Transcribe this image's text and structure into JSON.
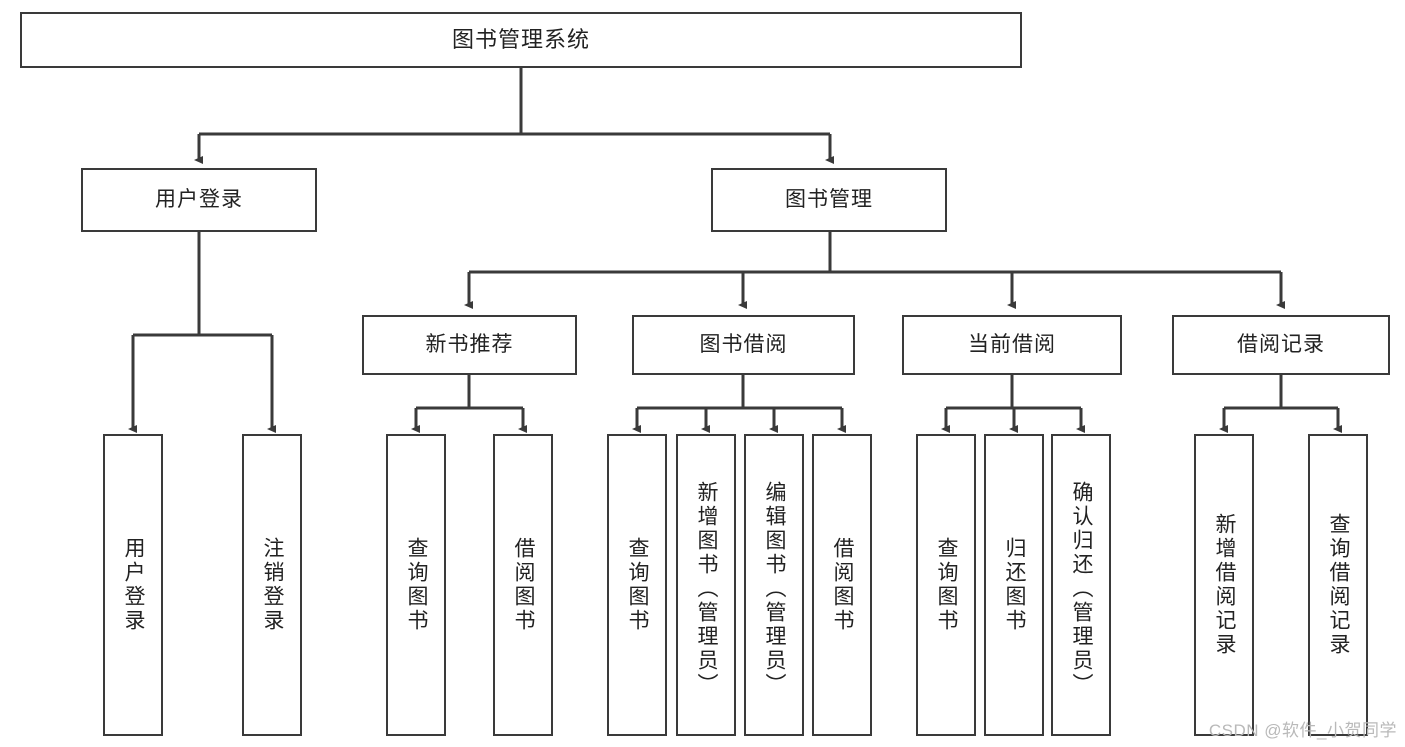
{
  "diagram": {
    "title": "图书管理系统",
    "type": "system-function-structure-tree",
    "root": {
      "label": "图书管理系统"
    },
    "level2": [
      {
        "label": "用户登录"
      },
      {
        "label": "图书管理"
      }
    ],
    "level3": [
      {
        "label": "新书推荐"
      },
      {
        "label": "图书借阅"
      },
      {
        "label": "当前借阅"
      },
      {
        "label": "借阅记录"
      }
    ],
    "leaves": {
      "user_login": [
        {
          "label": "用户登录"
        },
        {
          "label": "注销登录"
        }
      ],
      "new_book_recommend": [
        {
          "label": "查询图书"
        },
        {
          "label": "借阅图书"
        }
      ],
      "book_borrow": [
        {
          "label": "查询图书"
        },
        {
          "label": "新增图书（管理员）"
        },
        {
          "label": "编辑图书（管理员）"
        },
        {
          "label": "借阅图书"
        }
      ],
      "current_borrow": [
        {
          "label": "查询图书"
        },
        {
          "label": "归还图书"
        },
        {
          "label": "确认归还（管理员）"
        }
      ],
      "borrow_record": [
        {
          "label": "新增借阅记录"
        },
        {
          "label": "查询借阅记录"
        }
      ]
    }
  },
  "watermark": {
    "text": "CSDN @软件_小贺同学"
  },
  "colors": {
    "stroke": "#3a3a3a",
    "fill": "#ffffff",
    "text": "#222222",
    "watermark": "#b9b9b9"
  }
}
